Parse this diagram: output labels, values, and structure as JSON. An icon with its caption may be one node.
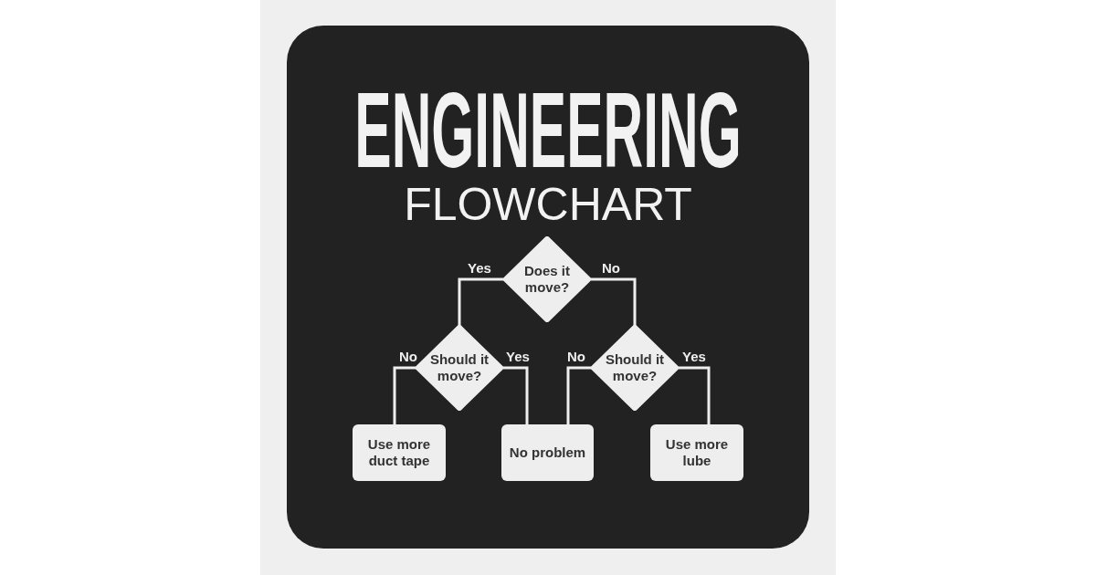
{
  "diagram": {
    "title": "ENGINEERING",
    "nodes": [
      {
        "text": [
          "Does it move?"
        ]
      },
      {
        "text": [
          "Should it move?"
        ]
      },
      {
        "text": [
          "Should it move?"
        ]
      },
      {
        "text": [
          "Use more duct tape"
        ]
      },
      {
        "text": [
          "No problem"
        ]
      },
      {
        "text": [
          "Use more lube"
        ]
      }
    ],
    "edges": [
      {
        "from": 0,
        "to": 1,
        "arrow": "none",
        "label": "Yes"
      },
      {
        "from": 0,
        "to": 2,
        "arrow": "none",
        "label": "No"
      },
      {
        "from": 1,
        "to": 3,
        "arrow": "none",
        "label": "No"
      },
      {
        "from": 1,
        "to": 4,
        "arrow": "none",
        "label": "Yes"
      },
      {
        "from": 2,
        "to": 4,
        "arrow": "none",
        "label": "No"
      },
      {
        "from": 2,
        "to": 5,
        "arrow": "none",
        "label": "Yes"
      }
    ],
    "labels": [
      "FLOWCHART"
    ]
  }
}
